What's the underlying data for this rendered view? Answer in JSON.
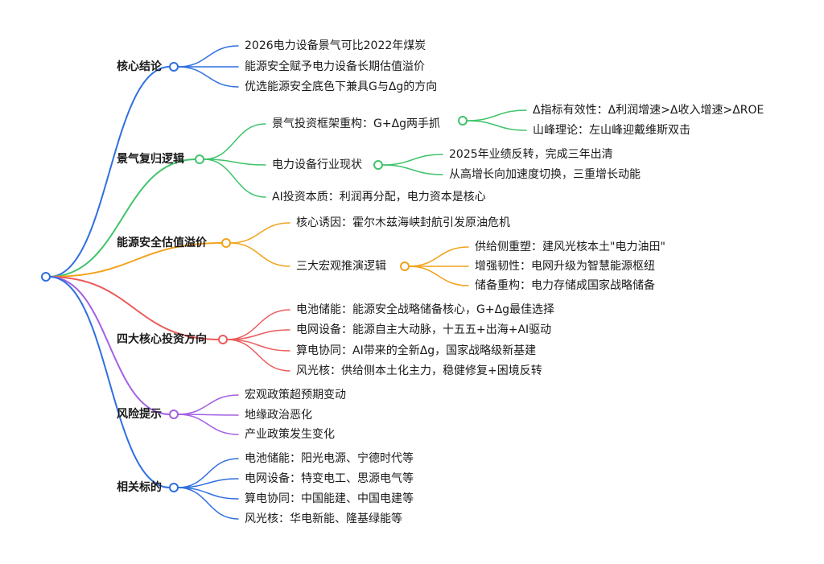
{
  "colors": {
    "blue": "#2f6fe0",
    "green": "#3fc36a",
    "orange": "#f2a21b",
    "red": "#ec5a5a",
    "purple": "#a45ee3"
  },
  "branches": [
    {
      "label": "核心结论",
      "color": "blue",
      "children": [
        {
          "label": "2026电力设备景气可比2022年煤炭"
        },
        {
          "label": "能源安全赋予电力设备长期估值溢价"
        },
        {
          "label": "优选能源安全底色下兼具G与Δg的方向"
        }
      ]
    },
    {
      "label": "景气复归逻辑",
      "color": "green",
      "children": [
        {
          "label": "景气投资框架重构：G+Δg两手抓",
          "children": [
            {
              "label": "Δ指标有效性：Δ利润增速>Δ收入增速>ΔROE"
            },
            {
              "label": "山峰理论：左山峰迎戴维斯双击"
            }
          ]
        },
        {
          "label": "电力设备行业现状",
          "children": [
            {
              "label": "2025年业绩反转，完成三年出清"
            },
            {
              "label": "从高增长向加速度切换，三重增长动能"
            }
          ]
        },
        {
          "label": "AI投资本质：利润再分配，电力资本是核心"
        }
      ]
    },
    {
      "label": "能源安全估值溢价",
      "color": "orange",
      "children": [
        {
          "label": "核心诱因：霍尔木兹海峡封航引发原油危机"
        },
        {
          "label": "三大宏观推演逻辑",
          "children": [
            {
              "label": "供给侧重塑：建风光核本土\"电力油田\""
            },
            {
              "label": "增强韧性：电网升级为智慧能源枢纽"
            },
            {
              "label": "储备重构：电力存储成国家战略储备"
            }
          ]
        }
      ]
    },
    {
      "label": "四大核心投资方向",
      "color": "red",
      "children": [
        {
          "label": "电池储能：能源安全战略储备核心，G+Δg最佳选择"
        },
        {
          "label": "电网设备：能源自主大动脉，十五五+出海+AI驱动"
        },
        {
          "label": "算电协同：AI带来的全新Δg，国家战略级新基建"
        },
        {
          "label": "风光核：供给侧本土化主力，稳健修复+困境反转"
        }
      ]
    },
    {
      "label": "风险提示",
      "color": "purple",
      "children": [
        {
          "label": "宏观政策超预期变动"
        },
        {
          "label": "地缘政治恶化"
        },
        {
          "label": "产业政策发生变化"
        }
      ]
    },
    {
      "label": "相关标的",
      "color": "blue",
      "children": [
        {
          "label": "电池储能：阳光电源、宁德时代等"
        },
        {
          "label": "电网设备：特变电工、思源电气等"
        },
        {
          "label": "算电协同：中国能建、中国电建等"
        },
        {
          "label": "风光核：华电新能、隆基绿能等"
        }
      ]
    }
  ]
}
